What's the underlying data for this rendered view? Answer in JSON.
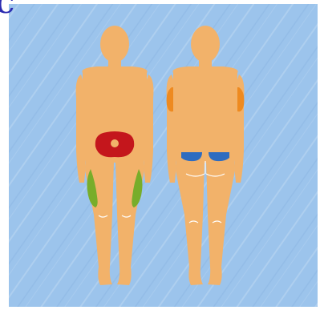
{
  "panel_label": "C",
  "colors": {
    "background": "#9cc4ec",
    "body": "#f2b26a",
    "abdomen_site": "#c4161c",
    "thigh_site": "#78ad2a",
    "upper_arm_site": "#ee8a20",
    "buttock_site": "#2e6cc0",
    "skin_crease": "#ffffff"
  },
  "figures": [
    {
      "view": "front",
      "injection_sites": [
        "abdomen",
        "left-thigh",
        "right-thigh"
      ]
    },
    {
      "view": "back",
      "injection_sites": [
        "left-upper-arm",
        "right-upper-arm",
        "left-buttock",
        "right-buttock"
      ]
    }
  ]
}
